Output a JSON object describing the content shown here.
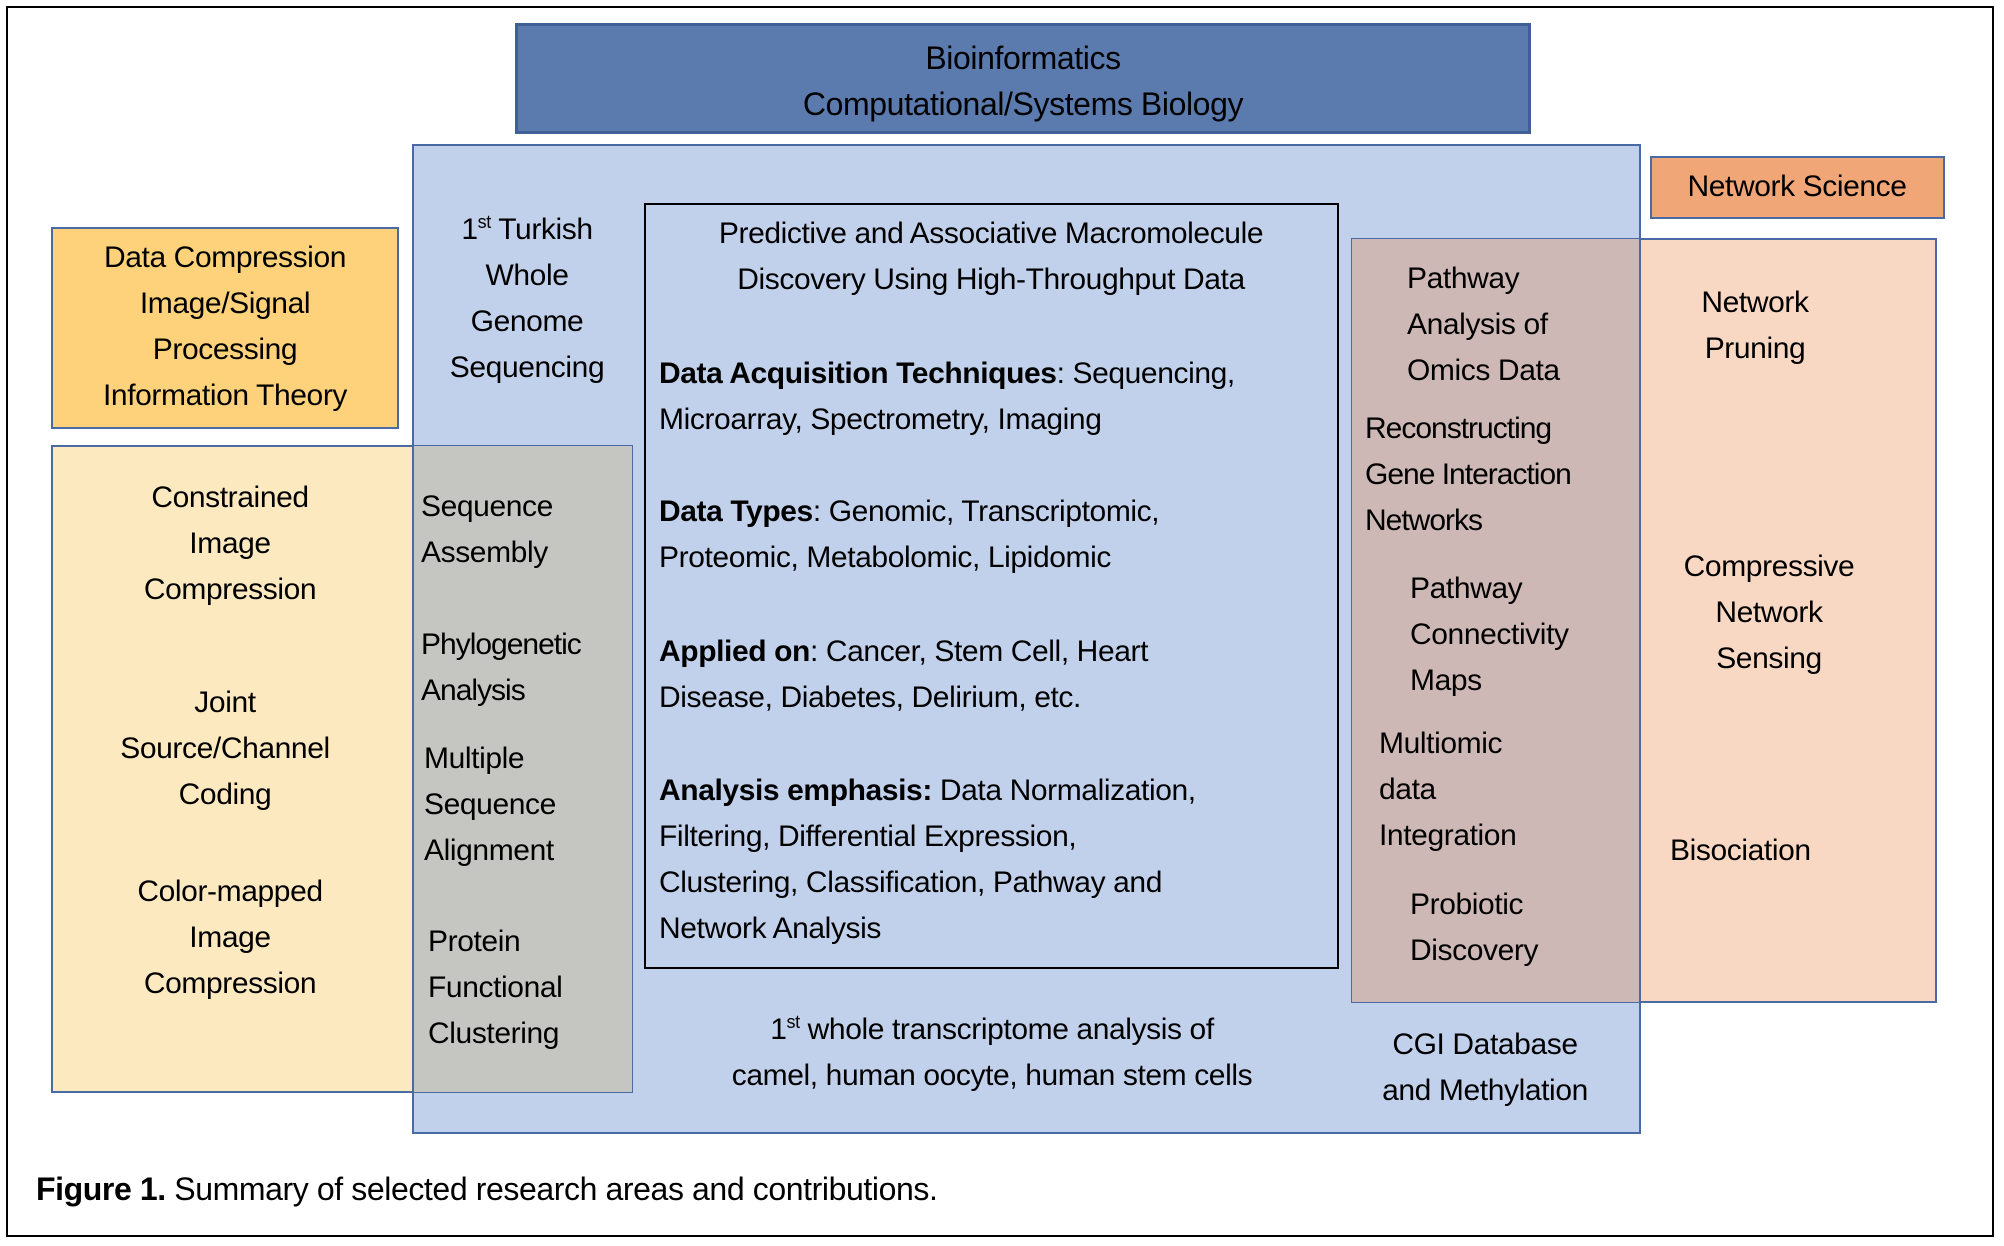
{
  "header": {
    "lines": [
      "Bioinformatics",
      "Computational/Systems Biology"
    ]
  },
  "turkish": {
    "sup": "st",
    "num": "1",
    "line1_rest": " Turkish",
    "lines": [
      "Whole",
      "Genome",
      "Sequencing"
    ]
  },
  "center_box": {
    "title": [
      "Predictive and Associative Macromolecule",
      "Discovery Using High-Throughput Data"
    ],
    "sections": [
      {
        "label": "Data Acquisition Techniques",
        "sep": ": ",
        "lines": [
          "Sequencing,",
          "Microarray, Spectrometry, Imaging"
        ]
      },
      {
        "label": "Data Types",
        "sep": ": ",
        "lines": [
          "Genomic, Transcriptomic,",
          "Proteomic, Metabolomic, Lipidomic"
        ]
      },
      {
        "label": "Applied on",
        "sep": ": ",
        "lines": [
          "Cancer, Stem Cell, Heart",
          "Disease, Diabetes, Delirium, etc."
        ]
      },
      {
        "label": "Analysis emphasis:",
        "sep": " ",
        "lines": [
          "Data Normalization,",
          "Filtering, Differential Expression,",
          "Clustering, Classification, Pathway and",
          "Network Analysis"
        ]
      }
    ]
  },
  "transcriptome": {
    "num": "1",
    "sup": "st",
    "line1_rest": " whole transcriptome analysis of",
    "line2": "camel, human oocyte, human stem cells"
  },
  "data_compression": {
    "lines": [
      "Data Compression",
      "Image/Signal",
      "Processing",
      "Information Theory"
    ]
  },
  "compression_items": [
    {
      "lines": [
        "Constrained",
        "Image",
        "Compression"
      ]
    },
    {
      "lines": [
        "Joint",
        "Source/Channel",
        "Coding"
      ]
    },
    {
      "lines": [
        "Color-mapped",
        "Image",
        "Compression"
      ]
    }
  ],
  "sequence_items": [
    {
      "lines": [
        "Sequence",
        "Assembly"
      ]
    },
    {
      "lines": [
        "Phylogenetic",
        "Analysis"
      ]
    },
    {
      "lines": [
        "Multiple",
        "Sequence",
        "Alignment"
      ]
    },
    {
      "lines": [
        "Protein",
        "Functional",
        "Clustering"
      ]
    }
  ],
  "pathway_items": [
    {
      "lines": [
        "Pathway",
        "Analysis of",
        "Omics Data"
      ]
    },
    {
      "lines": [
        "Reconstructing",
        "Gene Interaction",
        "Networks"
      ]
    },
    {
      "lines": [
        "Pathway",
        "Connectivity",
        "Maps"
      ]
    },
    {
      "lines": [
        "Multiomic",
        "data",
        "Integration"
      ]
    },
    {
      "lines": [
        "Probiotic",
        "Discovery"
      ]
    }
  ],
  "cgi": {
    "lines": [
      "CGI Database",
      "and Methylation"
    ]
  },
  "network_science": {
    "label": "Network Science"
  },
  "network_items": [
    {
      "lines": [
        "Network",
        "Pruning"
      ]
    },
    {
      "lines": [
        "Compressive",
        "Network",
        "Sensing"
      ]
    },
    {
      "lines": [
        "Bisociation"
      ]
    }
  ],
  "caption": {
    "label": "Figure 1.",
    "text": " Summary of selected research areas and contributions."
  },
  "colors": {
    "header_fill": "#5b7aad",
    "bio_fill": "#c2d1eb",
    "yellow_label": "#fdd27a",
    "yellow_fill": "#fde9c0",
    "gray_overlap": "#c5c6c1",
    "mauve_overlap": "#cdb8b6",
    "pink_fill": "#f8d8c2",
    "network_label": "#f0a677",
    "border": "#4a6aa3"
  }
}
